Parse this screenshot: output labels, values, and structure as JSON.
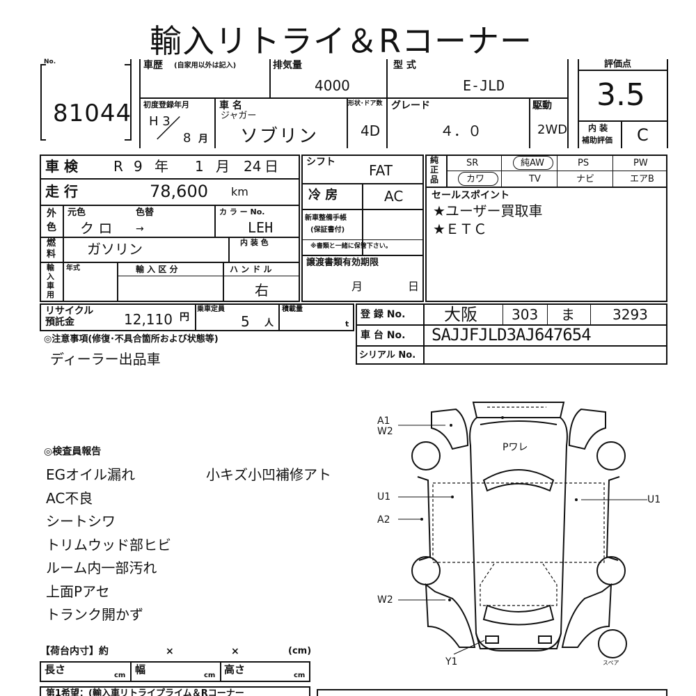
{
  "title": "輸入リトライ＆Rコーナー",
  "lot": {
    "no_label": "No.",
    "number": "81044"
  },
  "history": {
    "label": "車歴",
    "note": "(自家用以外は記入)",
    "displacement_label": "排気量",
    "displacement": "4000",
    "model_label": "型 式",
    "model": "E-JLD"
  },
  "score": {
    "label": "評価点",
    "value": "3.5"
  },
  "interior_score": {
    "label_line1": "内 装",
    "label_line2": "補助評価",
    "value": "C"
  },
  "registration": {
    "label": "初度登録年月",
    "era": "H 3",
    "month": "8",
    "month_unit": "月",
    "slash": "／"
  },
  "car_name": {
    "label": "車 名",
    "maker": "ジャガー",
    "name": "ソブリン"
  },
  "body": {
    "label": "形状･ドア数",
    "value": "4D"
  },
  "grade": {
    "label": "グレード",
    "value": "４．０"
  },
  "drive": {
    "label": "駆動",
    "value": "2WD"
  },
  "inspection": {
    "label": "車 検",
    "era": "R",
    "year": "9",
    "year_unit": "年",
    "month": "1",
    "month_unit": "月",
    "day": "24",
    "day_unit": "日"
  },
  "mileage": {
    "label": "走 行",
    "value": "78,600",
    "unit": "km"
  },
  "color": {
    "side_label_1": "外",
    "side_label_2": "色",
    "original_label": "元色",
    "change_label": "色替",
    "value": "ク ロ",
    "arrow": "→",
    "code_label": "カ ラ ー No.",
    "code": "LEH"
  },
  "fuel": {
    "side_label_1": "燃",
    "side_label_2": "料",
    "value": "ガソリン",
    "interior_color_label": "内 装 色"
  },
  "import": {
    "side_labels": [
      "輸",
      "入",
      "車",
      "用"
    ],
    "year_label": "年式",
    "type_label": "輸 入 区 分",
    "handle_label": "ハ ン ド ル",
    "handle": "右"
  },
  "shift": {
    "label": "シフト",
    "value": "FAT"
  },
  "ac": {
    "label": "冷 房",
    "value": "AC"
  },
  "manual": {
    "label_1": "新車整備手帳",
    "label_2": "(保証書付)",
    "note": "※書類と一緒に保管下さい。"
  },
  "transfer": {
    "label": "譲渡書類有効期限",
    "month_unit": "月",
    "day_unit": "日"
  },
  "equipment": {
    "side_label_1": "純",
    "side_label_2": "正",
    "side_label_3": "品",
    "items": [
      "SR",
      "純AW",
      "PS",
      "PW",
      "カワ",
      "TV",
      "ナビ",
      "エアB"
    ]
  },
  "sales_points": {
    "label": "セールスポイント",
    "items": [
      "★ユーザー買取車",
      "★ＥＴＣ"
    ]
  },
  "recycle": {
    "label_1": "リサイクル",
    "label_2": "預託金",
    "value": "12,110",
    "unit": "円",
    "capacity_label": "乗車定員",
    "capacity": "5",
    "capacity_unit": "人",
    "load_label": "積載量",
    "load_unit": "t"
  },
  "plate": {
    "reg_label": "登 録 No.",
    "region": "大阪",
    "class_no": "303",
    "kana": "ま",
    "number": "3293",
    "chassis_label": "車 台 No.",
    "chassis": "SAJJFJLD3AJ647654",
    "serial_label": "シリアル No."
  },
  "notes": {
    "label": "◎注意事項(修復･不具合箇所および状態等)",
    "text": "ディーラー出品車"
  },
  "inspector": {
    "label": "◎検査員報告",
    "left_items": [
      "EGオイル漏れ",
      "AC不良",
      "シートシワ",
      "トリムウッド部ヒビ",
      "ルーム内一部汚れ",
      "上面Pアセ",
      "トランク開かず"
    ],
    "right_item": "小キズ小凹補修アト"
  },
  "diagram": {
    "a1": "A1",
    "w2_top": "W2",
    "u1_left": "U1",
    "a2": "A2",
    "w2_bottom": "W2",
    "u1_right": "U1",
    "y1": "Y1",
    "roof": "Pワレ",
    "spare": "スペア"
  },
  "cargo": {
    "label": "【荷台内寸】約",
    "x1": "×",
    "x2": "×",
    "unit": "(cm)",
    "length_label": "長さ",
    "width_label": "幅",
    "height_label": "高さ",
    "cm": "cm"
  },
  "footer": {
    "text": "第1希望：(輸入車リトライプライム＆Rコーナー"
  }
}
